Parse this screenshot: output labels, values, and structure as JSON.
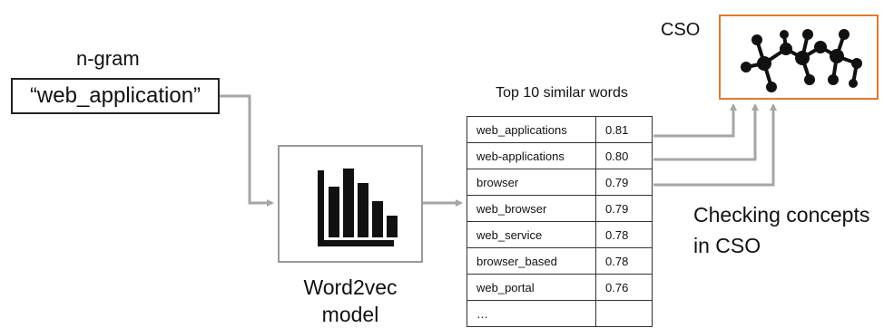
{
  "ngram": {
    "label": "n-gram",
    "value": "“web_application”"
  },
  "word2vec": {
    "label_line1": "Word2vec",
    "label_line2": "model",
    "icon": "bar-chart-icon"
  },
  "similar": {
    "title": "Top 10 similar words",
    "rows": [
      {
        "word": "web_applications",
        "score": "0.81"
      },
      {
        "word": "web-applications",
        "score": "0.80"
      },
      {
        "word": "browser",
        "score": "0.79"
      },
      {
        "word": "web_browser",
        "score": "0.79"
      },
      {
        "word": "web_service",
        "score": "0.78"
      },
      {
        "word": "browser_based",
        "score": "0.78"
      },
      {
        "word": "web_portal",
        "score": "0.76"
      },
      {
        "word": "…",
        "score": ""
      }
    ]
  },
  "cso": {
    "label": "CSO",
    "icon": "molecule-network-icon",
    "border_color": "#e07a2e"
  },
  "checking": {
    "line1": "Checking concepts",
    "line2": "in CSO"
  },
  "colors": {
    "arrow": "#a6a6a6",
    "text": "#111111"
  }
}
